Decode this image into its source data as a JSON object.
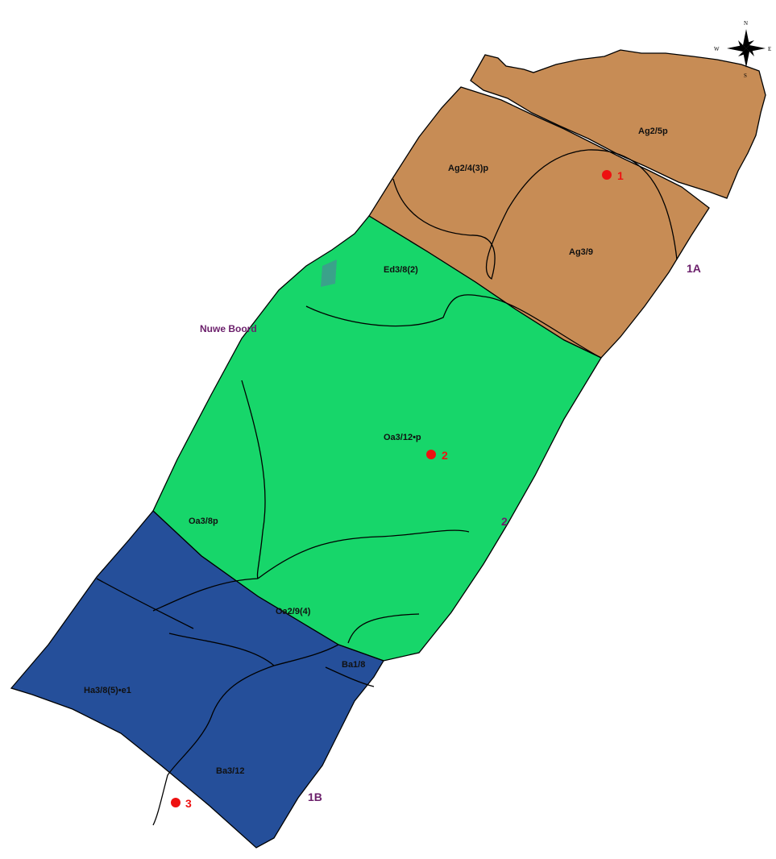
{
  "colors": {
    "unit_brown": "#c78c55",
    "unit_green": "#17d66a",
    "unit_blue": "#254f9a",
    "unit_teal": "#3aa28a",
    "block_label": "#6b1f6b",
    "profile_pit": "#ee1111",
    "boundary_line": "#000000",
    "background": "#ffffff"
  },
  "compass": {
    "icon": "north-arrow-compass-rose",
    "north": "N",
    "south": "S",
    "east": "E",
    "west": "W"
  },
  "soil_units": [
    {
      "label": "Ag2/5p",
      "color": "unit_brown"
    },
    {
      "label": "Ag2/4(3)p",
      "color": "unit_brown"
    },
    {
      "label": "Ag3/9",
      "color": "unit_brown"
    },
    {
      "label": "Ed3/8(2)",
      "color": "unit_green"
    },
    {
      "label": "Oa3/12•p",
      "color": "unit_green"
    },
    {
      "label": "Oa3/8p",
      "color": "unit_green"
    },
    {
      "label": "Oa2/9(4)",
      "color": "unit_blue"
    },
    {
      "label": "Ba1/8",
      "color": "unit_blue"
    },
    {
      "label": "Ha3/8(5)•e1",
      "color": "unit_blue"
    },
    {
      "label": "Ba3/12",
      "color": "unit_blue"
    }
  ],
  "block_labels": [
    "1A",
    "2",
    "1B"
  ],
  "farm_name": "Nuwe Boord",
  "profile_pits": [
    "1",
    "2",
    "3"
  ]
}
